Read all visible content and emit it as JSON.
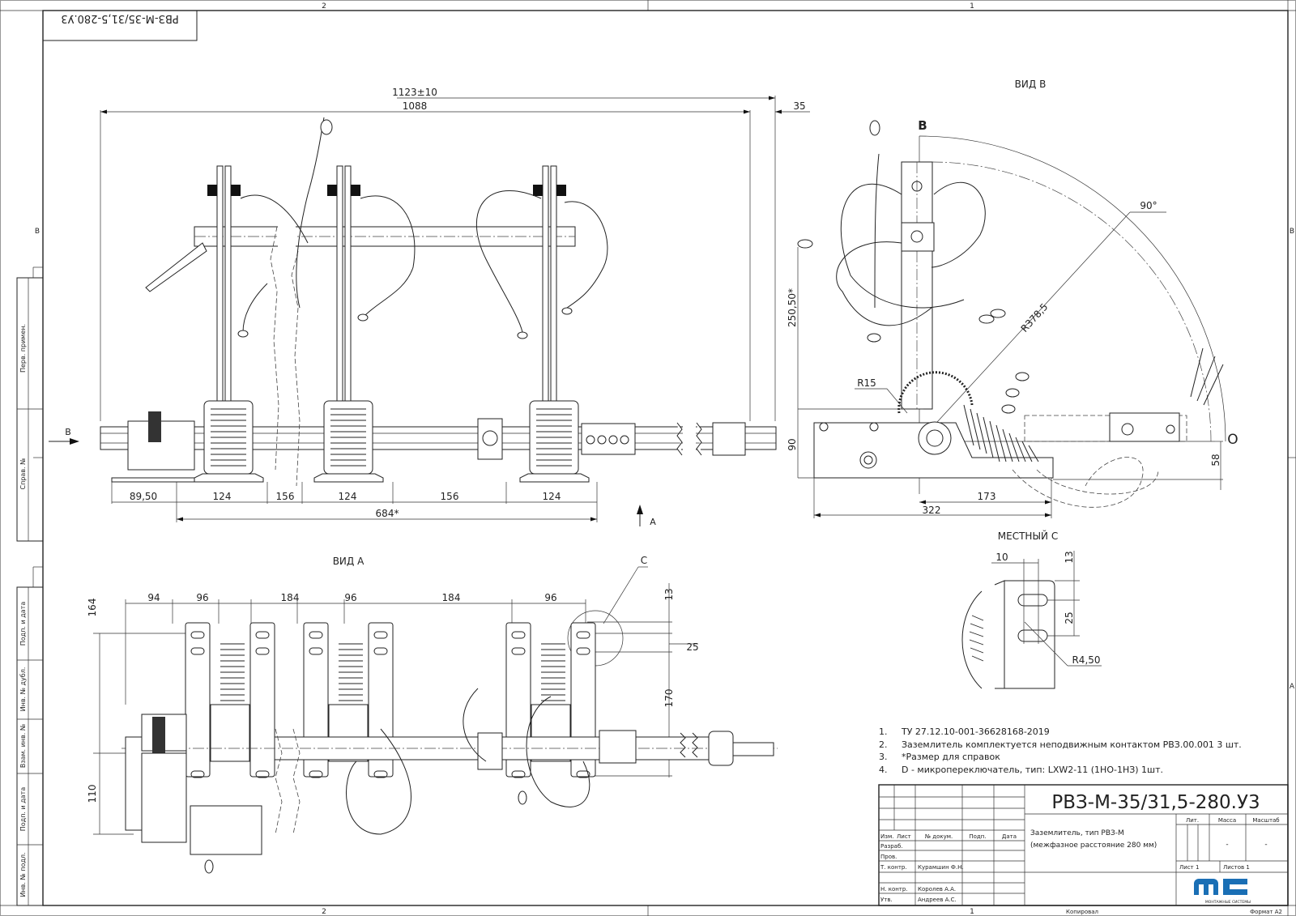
{
  "drawing": {
    "designation": "РВЗ-М-35/31,5-280.У3",
    "designation_stamp_rotated": "РВЗ-М-35/31,5-280.У3",
    "name_line1": "Заземлитель, тип РВЗ-М",
    "name_line2": "(межфазное расстояние 280 мм)",
    "format": "Формат А2",
    "copied": "Копировал",
    "zone_numbers_top": [
      "2",
      "1"
    ],
    "zone_numbers_bottom": [
      "2",
      "1"
    ],
    "zone_letters_left": [
      "В"
    ],
    "zone_letters_right": [
      "В",
      "А"
    ],
    "sheet_footer_number": "1"
  },
  "title_block": {
    "headers": {
      "izm": "Изм.",
      "list": "Лист",
      "doc": "№ докум.",
      "sign": "Подп.",
      "date": "Дата"
    },
    "roles": [
      {
        "role": "Разраб.",
        "name": ""
      },
      {
        "role": "Пров.",
        "name": ""
      },
      {
        "role": "Т. контр.",
        "name": "Курамшин Ф.Н."
      },
      {
        "role": "",
        "name": ""
      },
      {
        "role": "Н. контр.",
        "name": "Королев А.А."
      },
      {
        "role": "Утв.",
        "name": "Андреев А.С."
      }
    ],
    "lit_label": "Лит.",
    "mass_label": "Масса",
    "scale_label": "Масштаб",
    "mass_value": "-",
    "scale_value": "-",
    "sheet_label": "Лист 1",
    "sheets_label": "Листов 1",
    "logo_text": "МОНТАЖНЫЕ СИСТЕМЫ",
    "logo_letters": "МС",
    "logo_color": "#1a6fb5"
  },
  "side_strip": {
    "labels": [
      "Перв. примен.",
      "Справ. №",
      "Подп. и дата",
      "Инв. № дубл.",
      "Взам. инв. №",
      "Подп. и дата",
      "Инв. № подл."
    ]
  },
  "notes": [
    {
      "n": "1.",
      "text": "ТУ 27.12.10-001-36628168-2019"
    },
    {
      "n": "2.",
      "text": "Заземлитель комплектуется неподвижным контактом РВЗ.00.001 3 шт."
    },
    {
      "n": "3.",
      "text": "*Размер для справок"
    },
    {
      "n": "4.",
      "text": "D - микропереключатель, тип: LXW2-11 (1НО-1НЗ) 1шт."
    }
  ],
  "front_view": {
    "dim_overall": "1123±10",
    "dim_1088": "1088",
    "dim_35": "35",
    "dims_bottom": [
      "89,50",
      "124",
      "156",
      "124",
      "156",
      "124"
    ],
    "dim_684": "684*",
    "arrow_b_label": "В",
    "arrow_a_label": "А"
  },
  "view_b": {
    "title": "ВИД В",
    "letter_b": "В",
    "letter_o": "O",
    "angle": "90°",
    "radius": "R378,5",
    "r15": "R15",
    "dim_250": "250,50*",
    "dim_90": "90",
    "dim_58": "58",
    "dim_173": "173",
    "dim_322": "322"
  },
  "view_a": {
    "title": "ВИД А",
    "callout_c": "С",
    "dims_top": [
      "94",
      "96",
      "184",
      "96",
      "184",
      "96"
    ],
    "dim_164": "164",
    "dim_110": "110",
    "dim_13": "13",
    "dim_25": "25",
    "dim_170": "170"
  },
  "detail_c": {
    "title": "МЕСТНЫЙ С",
    "dim_10": "10",
    "dim_13": "13",
    "dim_25": "25",
    "radius": "R4,50"
  }
}
